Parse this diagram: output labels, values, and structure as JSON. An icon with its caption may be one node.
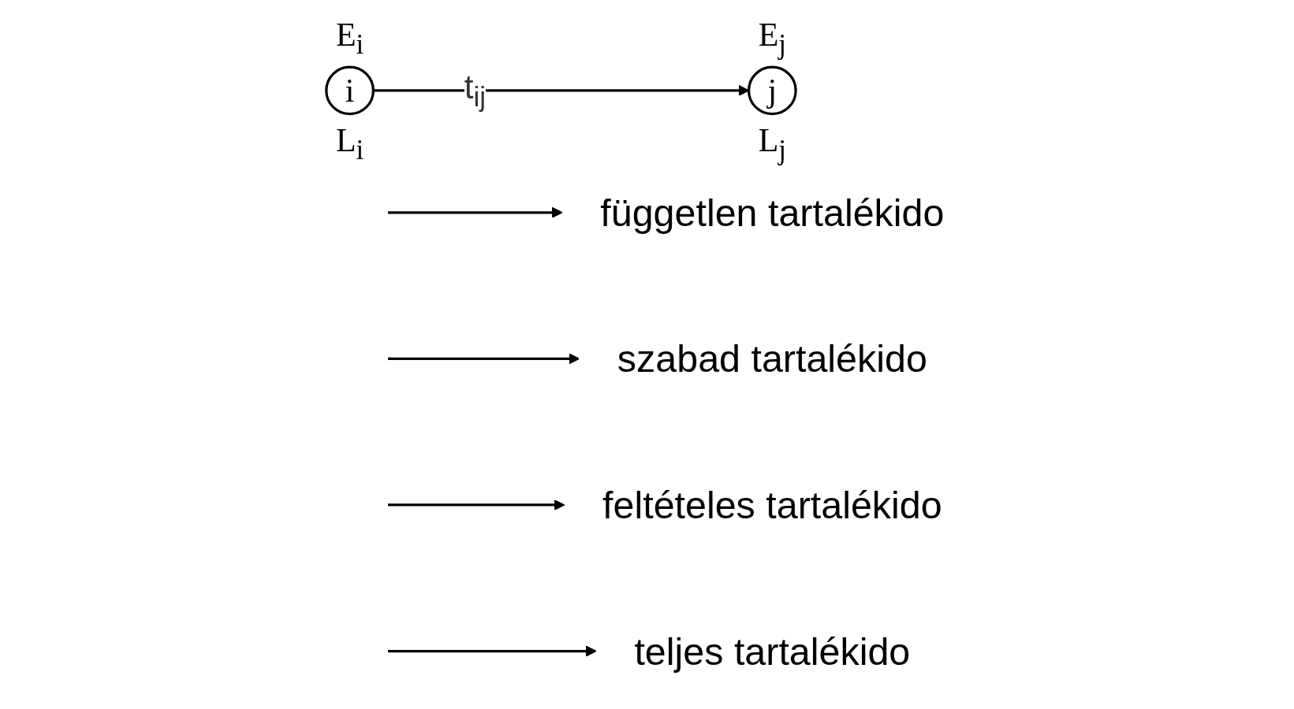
{
  "diagram": {
    "nodes": [
      {
        "text": [
          "i"
        ],
        "beside": [
          "E$_{i}$",
          "L$_{i}$"
        ]
      },
      {
        "text": [
          "j"
        ],
        "beside": [
          "E$_{j}$",
          "L$_{j}$"
        ]
      },
      {
        "text": [
          "független tartalékido"
        ]
      },
      {
        "text": [
          "szabad tartalékido"
        ]
      },
      {
        "text": [
          "feltételes tartalékido"
        ]
      },
      {
        "text": [
          "teljes tartalékido"
        ]
      }
    ],
    "edges": [
      {
        "from": 0,
        "to": 1,
        "arrow": "to",
        "label": "t$_{ij}$"
      },
      {
        "from": null,
        "to": 2,
        "arrow": "to"
      },
      {
        "from": null,
        "to": 3,
        "arrow": "to"
      },
      {
        "from": null,
        "to": 4,
        "arrow": "to"
      },
      {
        "from": null,
        "to": 5,
        "arrow": "to"
      }
    ]
  }
}
